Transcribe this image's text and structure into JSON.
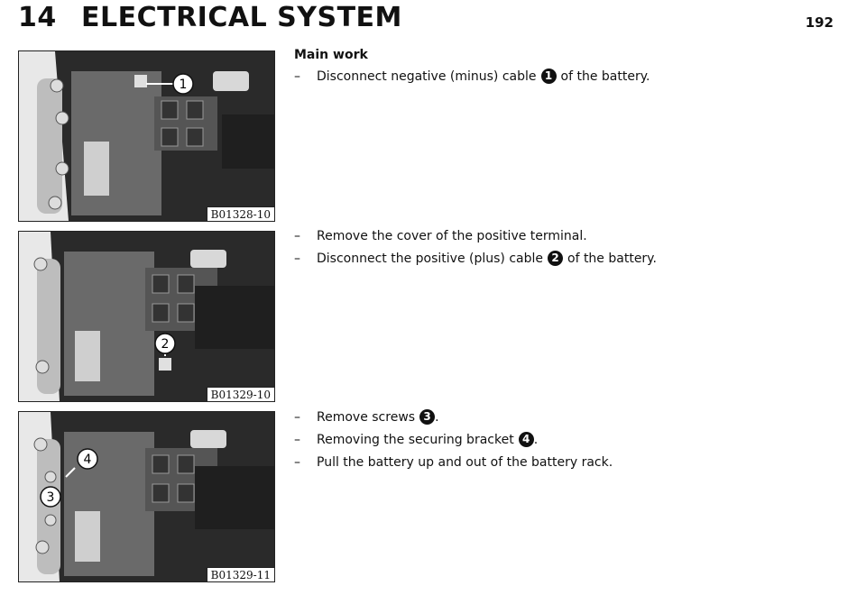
{
  "header": {
    "chapter_number": "14",
    "chapter_title": "ELECTRICAL SYSTEM",
    "page_number": "192"
  },
  "figures": [
    {
      "caption": "B01328-10",
      "callouts": [
        "1"
      ]
    },
    {
      "caption": "B01329-10",
      "callouts": [
        "2"
      ]
    },
    {
      "caption": "B01329-11",
      "callouts": [
        "3",
        "4"
      ]
    }
  ],
  "sections": [
    {
      "heading": "Main work",
      "steps": [
        {
          "dash": "–",
          "before": "Disconnect negative (minus) cable",
          "num": "1",
          "after": "of the battery."
        }
      ]
    },
    {
      "steps": [
        {
          "dash": "–",
          "before": "Remove the cover of the positive terminal.",
          "num": "",
          "after": ""
        },
        {
          "dash": "–",
          "before": "Disconnect the positive (plus) cable",
          "num": "2",
          "after": "of the battery."
        }
      ]
    },
    {
      "steps": [
        {
          "dash": "–",
          "before": "Remove screws",
          "num": "3",
          "after": "."
        },
        {
          "dash": "–",
          "before": "Removing the securing bracket",
          "num": "4",
          "after": "."
        },
        {
          "dash": "–",
          "before": "Pull the battery up and out of the battery rack.",
          "num": "",
          "after": ""
        }
      ]
    }
  ]
}
